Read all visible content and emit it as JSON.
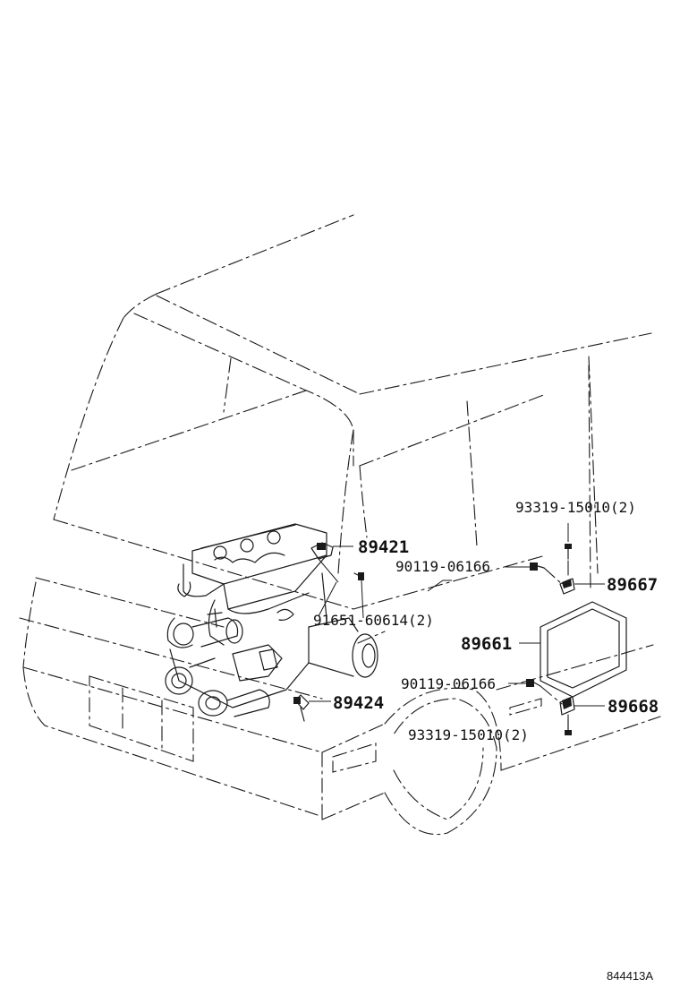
{
  "labels": {
    "p89421": "89421",
    "p90119_top": "90119-06166",
    "p93319_top": "93319-15010(2)",
    "p89667": "89667",
    "p91651": "91651-60614(2)",
    "p89661": "89661",
    "p90119_bottom": "90119-06166",
    "p89424": "89424",
    "p89668": "89668",
    "p93319_bottom": "93319-15010(2)"
  },
  "figure_code": "844413A"
}
